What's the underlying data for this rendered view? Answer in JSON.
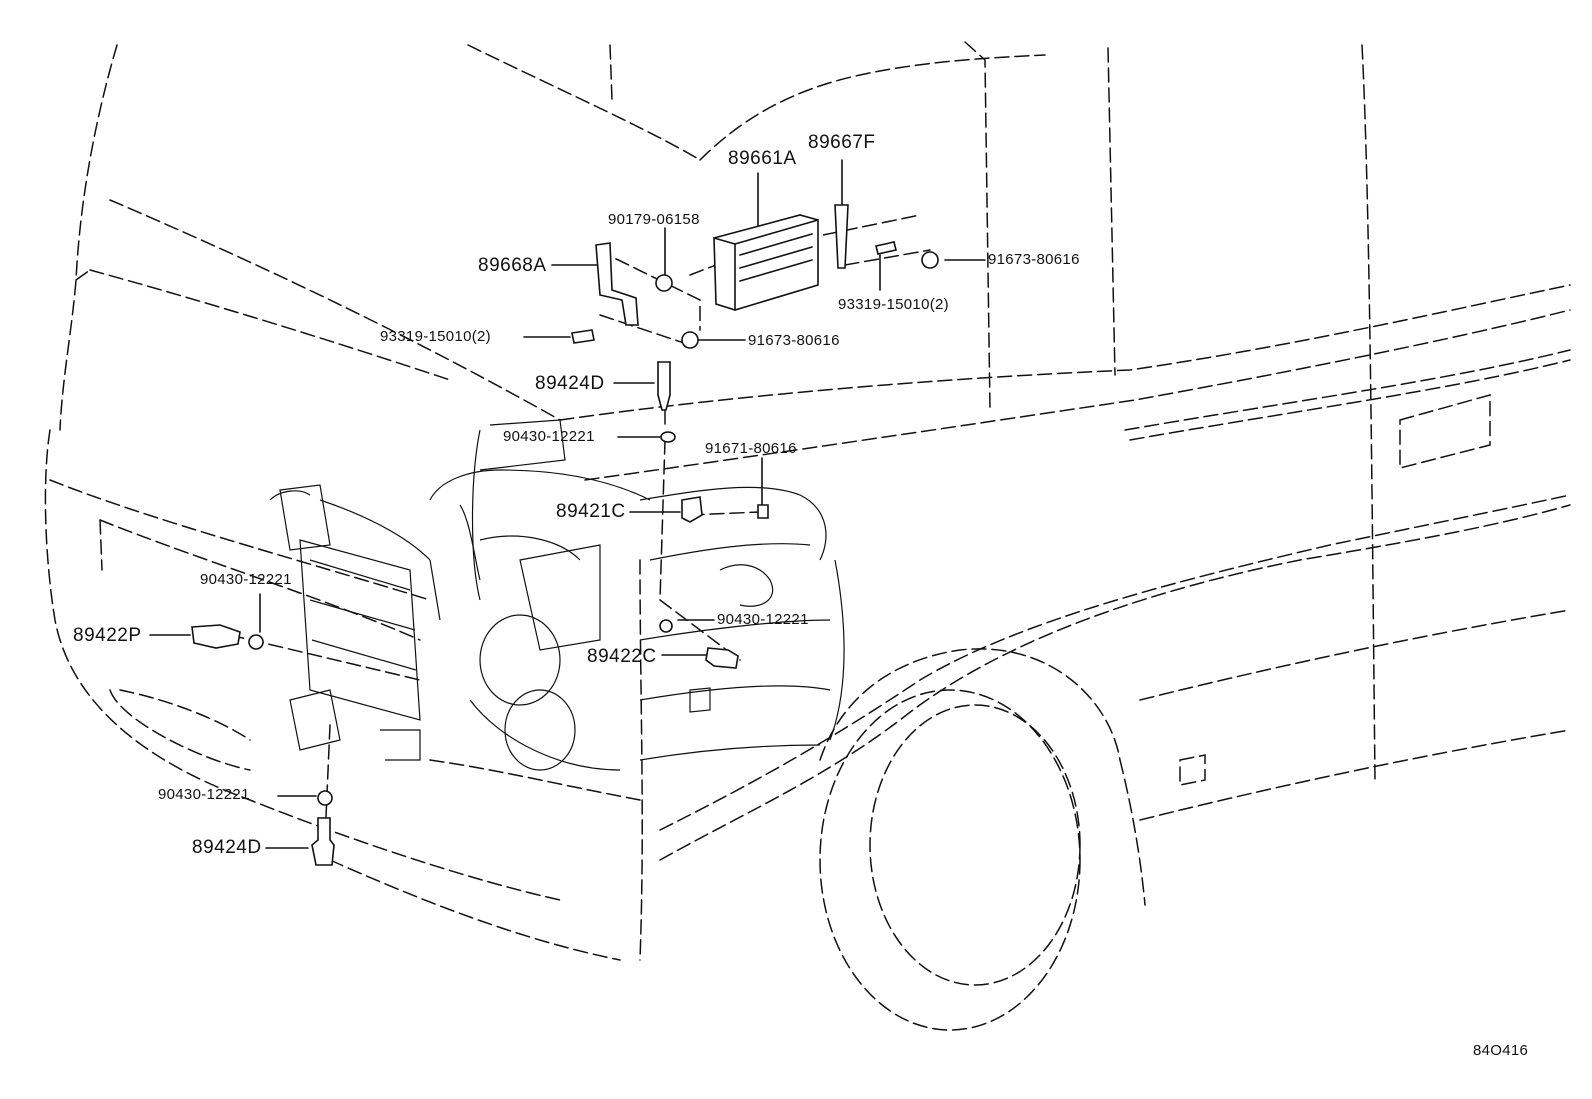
{
  "diagram": {
    "callouts": {
      "ecu": "89661A",
      "ecu_bracket": "89667F",
      "bracket_left": "89668A",
      "nut_top": "90179-06158",
      "bolt_right_a": "91673-80616",
      "screw_right": "93319-15010(2)",
      "screw_left": "93319-15010(2)",
      "bolt_right_b": "91673-80616",
      "sensor_top": "89424D",
      "gasket_top": "90430-12221",
      "bolt_mid": "91671-80616",
      "sensor_mid": "89421C",
      "gasket_left": "90430-12221",
      "sensor_left": "89422P",
      "gasket_right": "90430-12221",
      "sensor_right": "89422C",
      "gasket_bottom": "90430-12221",
      "sensor_bottom": "89424D"
    },
    "figure_code": "84O416"
  }
}
